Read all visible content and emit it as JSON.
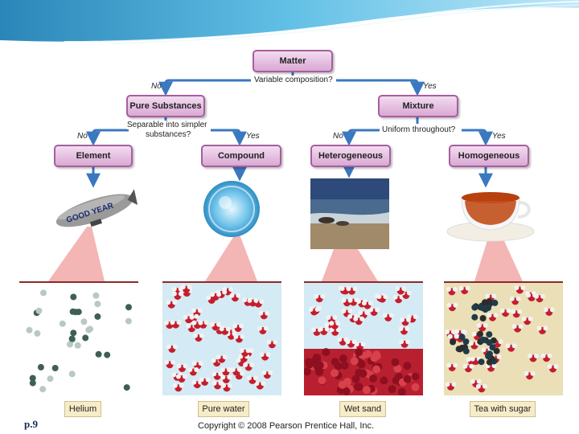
{
  "nodes": {
    "matter": "Matter",
    "pure": "Pure Substances",
    "mixture": "Mixture",
    "element": "Element",
    "compound": "Compound",
    "heterogeneous": "Heterogeneous",
    "homogeneous": "Homogeneous"
  },
  "questions": {
    "q1": "Variable composition?",
    "q2_line1": "Separable into simpler",
    "q2_line2": "substances?",
    "q3": "Uniform throughout?"
  },
  "answers": {
    "no": "No",
    "yes": "Yes"
  },
  "blimp_text": "GOOD YEAR",
  "examples": [
    "Helium",
    "Pure water",
    "Wet sand",
    "Tea with sugar"
  ],
  "page_label": "p.9",
  "copyright": "Copyright © 2008 Pearson Prentice Hall, Inc.",
  "colors": {
    "box_border": "#a55f9e",
    "arrow": "#3a78c0",
    "panel_border": "#8a2a2a",
    "tag_bg": "#f6ecc8"
  }
}
